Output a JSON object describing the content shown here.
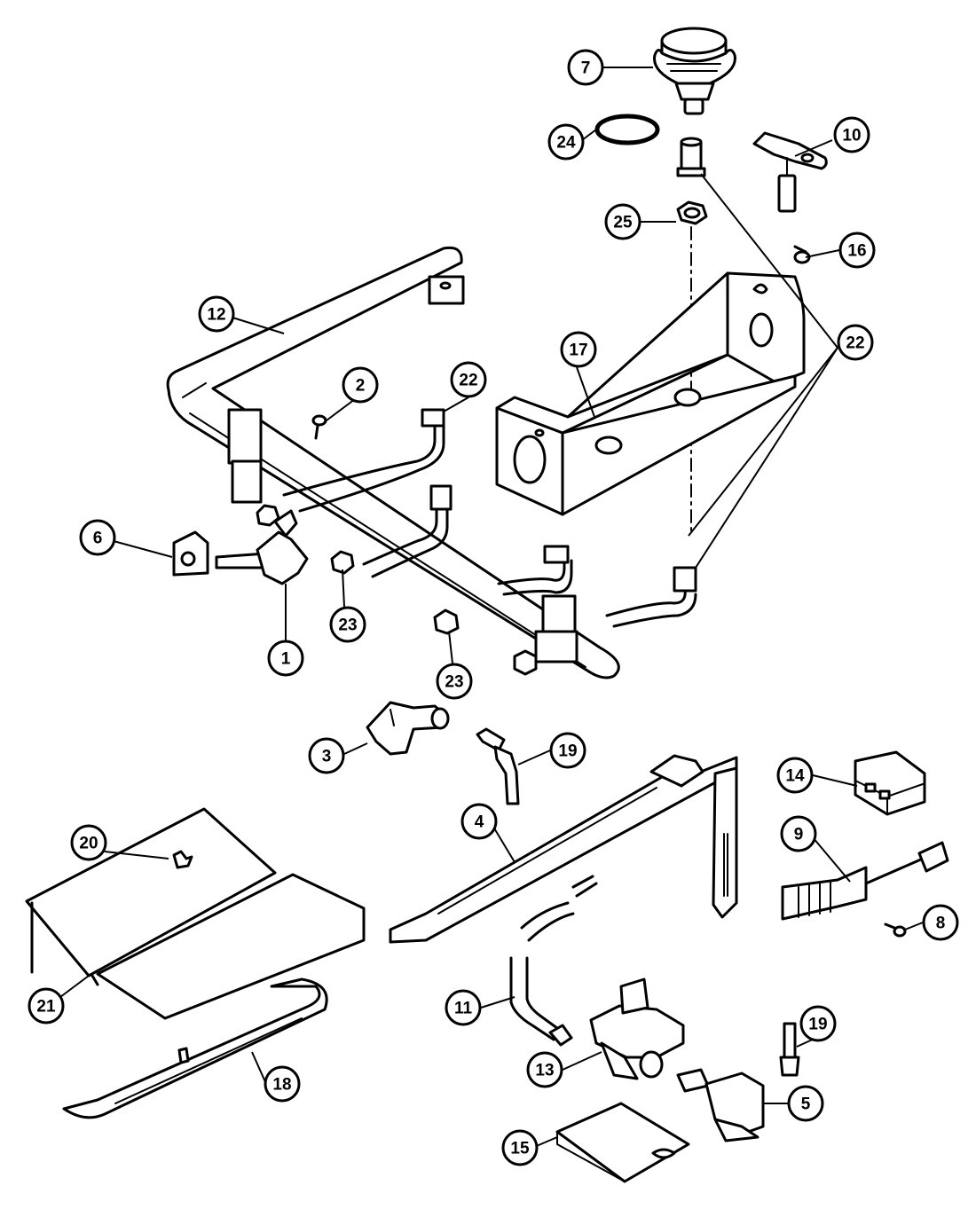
{
  "callouts": [
    {
      "id": "c1",
      "label": "1"
    },
    {
      "id": "c2",
      "label": "2"
    },
    {
      "id": "c3",
      "label": "3"
    },
    {
      "id": "c4",
      "label": "4"
    },
    {
      "id": "c5",
      "label": "5"
    },
    {
      "id": "c6",
      "label": "6"
    },
    {
      "id": "c7",
      "label": "7"
    },
    {
      "id": "c8",
      "label": "8"
    },
    {
      "id": "c9",
      "label": "9"
    },
    {
      "id": "c10",
      "label": "10"
    },
    {
      "id": "c11",
      "label": "11"
    },
    {
      "id": "c12",
      "label": "12"
    },
    {
      "id": "c13",
      "label": "13"
    },
    {
      "id": "c14",
      "label": "14"
    },
    {
      "id": "c15",
      "label": "15"
    },
    {
      "id": "c16",
      "label": "16"
    },
    {
      "id": "c17",
      "label": "17"
    },
    {
      "id": "c18",
      "label": "18"
    },
    {
      "id": "c19a",
      "label": "19"
    },
    {
      "id": "c19b",
      "label": "19"
    },
    {
      "id": "c20",
      "label": "20"
    },
    {
      "id": "c21",
      "label": "21"
    },
    {
      "id": "c22a",
      "label": "22"
    },
    {
      "id": "c22b",
      "label": "22"
    },
    {
      "id": "c23a",
      "label": "23"
    },
    {
      "id": "c23b",
      "label": "23"
    },
    {
      "id": "c24",
      "label": "24"
    },
    {
      "id": "c25",
      "label": "25"
    }
  ]
}
